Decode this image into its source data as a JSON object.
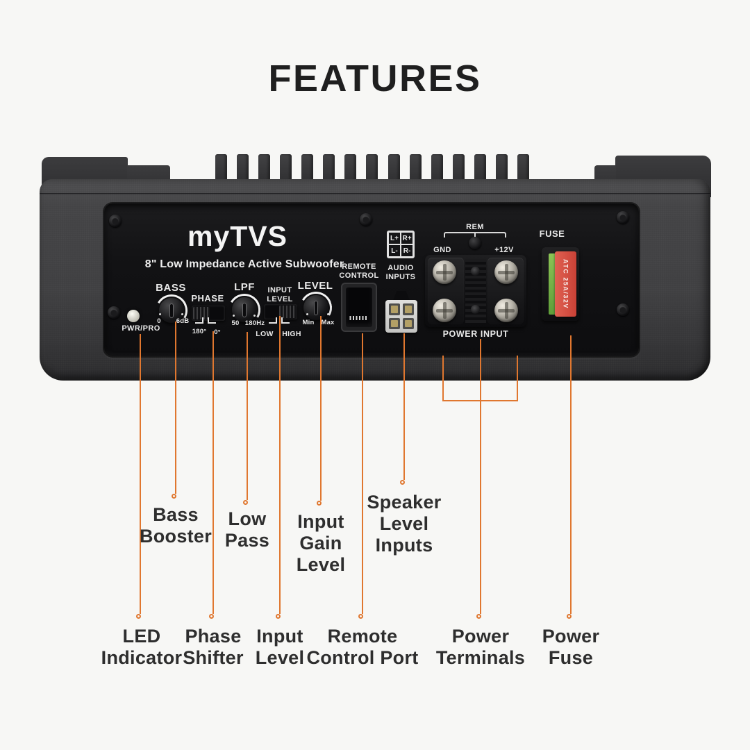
{
  "title": "FEATURES",
  "colors": {
    "accent": "#E0772F",
    "background": "#F7F7F5",
    "device_body": "#3F3F41",
    "panel": "#121214",
    "fuse_red": "#D0493E",
    "fuse_green": "#7CB950",
    "label_text": "#2E2E2E"
  },
  "device": {
    "brand": "myTVS",
    "subtitle": "8\" Low Impedance Active Subwoofer",
    "panel": {
      "led_label": "PWR/PRO",
      "bass_label": "BASS",
      "bass_min": "0",
      "bass_max": "6dB",
      "phase_label": "PHASE",
      "phase_left": "180°",
      "phase_right": "0°",
      "lpf_label": "LPF",
      "lpf_min": "50",
      "lpf_max": "180Hz",
      "input_level_label": "INPUT\nLEVEL",
      "input_low": "LOW",
      "input_high": "HIGH",
      "level_label": "LEVEL",
      "level_min": "Min",
      "level_max": "Max",
      "remote_label": "REMOTE\nCONTROL",
      "audio_label": "AUDIO\nINPUTS",
      "audio_grid": {
        "tl": "L+",
        "tr": "R+",
        "bl": "L-",
        "br": "R-"
      },
      "rem_label": "REM",
      "gnd_label": "GND",
      "v12_label": "+12V",
      "power_input_label": "POWER INPUT",
      "fuse_label": "FUSE",
      "fuse_text": "ATC 25A/32V"
    }
  },
  "callouts": {
    "row1": [
      {
        "id": "bass-booster",
        "text": "Bass\nBooster"
      },
      {
        "id": "low-pass",
        "text": "Low\nPass"
      },
      {
        "id": "input-gain-level",
        "text": "Input\nGain\nLevel"
      },
      {
        "id": "speaker-level-inputs",
        "text": "Speaker\nLevel\nInputs"
      }
    ],
    "row2": [
      {
        "id": "led-indicator",
        "text": "LED\nIndicator"
      },
      {
        "id": "phase-shifter",
        "text": "Phase\nShifter"
      },
      {
        "id": "input-level",
        "text": "Input\nLevel"
      },
      {
        "id": "remote-control-port",
        "text": "Remote\nControl Port"
      },
      {
        "id": "power-terminals",
        "text": "Power\nTerminals"
      },
      {
        "id": "power-fuse",
        "text": "Power\nFuse"
      }
    ]
  }
}
